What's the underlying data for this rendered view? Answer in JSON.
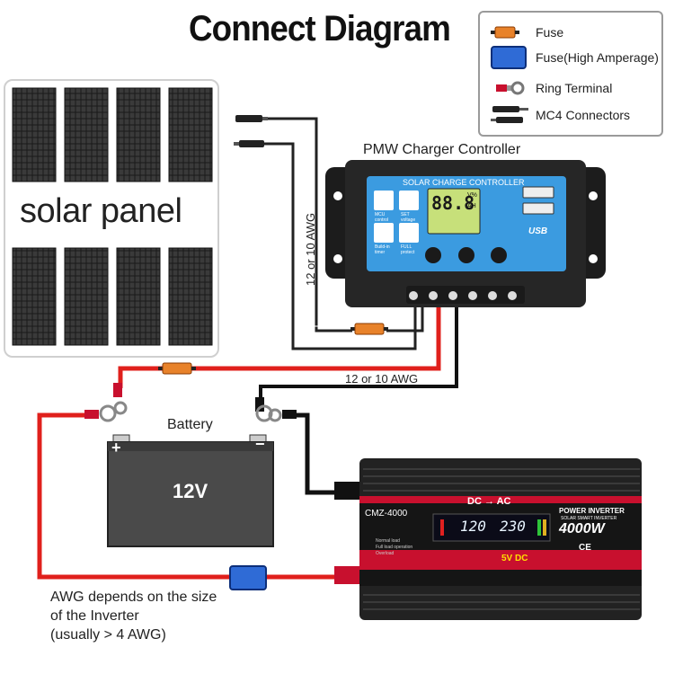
{
  "title": "Connect Diagram",
  "legend": {
    "items": [
      {
        "label": "Fuse",
        "icon": "fuse-icon"
      },
      {
        "label": "Fuse(High Amperage)",
        "icon": "high-amp-fuse-icon"
      },
      {
        "label": "Ring Terminal",
        "icon": "ring-terminal-icon"
      },
      {
        "label": "MC4 Connectors",
        "icon": "mc4-connector-icon"
      }
    ]
  },
  "solar_panel": {
    "label": "solar panel"
  },
  "controller": {
    "title": "PMW Charger Controller",
    "face_label": "SOLAR CHARGE CONTROLLER",
    "display": "88.8",
    "units_v": "V%",
    "units_a": "AH",
    "btn_mcu": "MCU control",
    "btn_set": "SET voltage",
    "btn_timer": "Build-in timer",
    "btn_protect": "FULL protect",
    "usb": "USB"
  },
  "wire_labels": {
    "side": "12 or 10 AWG",
    "top": "12 or 10 AWG"
  },
  "battery": {
    "label": "Battery",
    "voltage": "12V",
    "plus": "+",
    "minus": "−"
  },
  "inverter": {
    "model": "CMZ-4000",
    "banner": "DC → AC",
    "type": "POWER INVERTER",
    "sub": "SOLAR SMART INVERTER",
    "power": "4000W",
    "display_in": "120",
    "display_out": "230",
    "input": "5V DC",
    "marks": "CE",
    "status_normal": "Normal load",
    "status_full": "Full load operation",
    "status_over": "Overload"
  },
  "note": {
    "line1": "AWG depends on the size",
    "line2": "of the Inverter",
    "line3": "(usually  > 4 AWG)"
  },
  "colors": {
    "wire_red": "#e0201c",
    "wire_black": "#111111",
    "fuse": "#e8822a",
    "high_amp_fuse": "#2f6bd6",
    "controller_face": "#3b9be0",
    "inverter_accent": "#c8102e"
  }
}
